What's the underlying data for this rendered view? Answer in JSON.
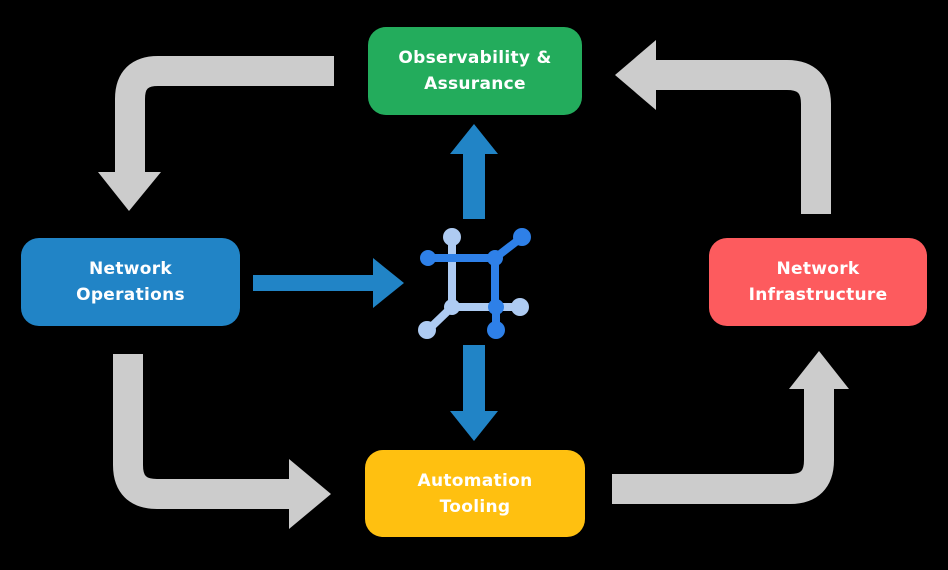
{
  "diagram": {
    "background_color": "#000000",
    "nodes": {
      "observability": {
        "label": "Observability &\nAssurance",
        "color": "#23AC5C",
        "text_color": "#FFFFFF"
      },
      "network_operations": {
        "label": "Network\nOperations",
        "color": "#2184C6",
        "text_color": "#FFFFFF"
      },
      "network_infrastructure": {
        "label": "Network\nInfrastructure",
        "color": "#FD5B5E",
        "text_color": "#FFFFFF"
      },
      "automation_tooling": {
        "label": "Automation\nTooling",
        "color": "#FFC010",
        "text_color": "#FFFFFF"
      }
    },
    "center_icon": {
      "name": "network-mesh-icon",
      "primary_color": "#2E80E8",
      "secondary_color": "#AECBF2"
    },
    "arrows": {
      "cycle_color": "#CCCCCC",
      "flow_color": "#2184C6",
      "cycle": [
        {
          "from": "observability",
          "to": "network_operations"
        },
        {
          "from": "network_operations",
          "to": "automation_tooling"
        },
        {
          "from": "automation_tooling",
          "to": "network_infrastructure"
        },
        {
          "from": "network_infrastructure",
          "to": "observability"
        }
      ],
      "flows": [
        {
          "from": "network_operations",
          "to": "center_icon"
        },
        {
          "from": "center_icon",
          "to": "observability"
        },
        {
          "from": "center_icon",
          "to": "automation_tooling"
        }
      ]
    }
  }
}
